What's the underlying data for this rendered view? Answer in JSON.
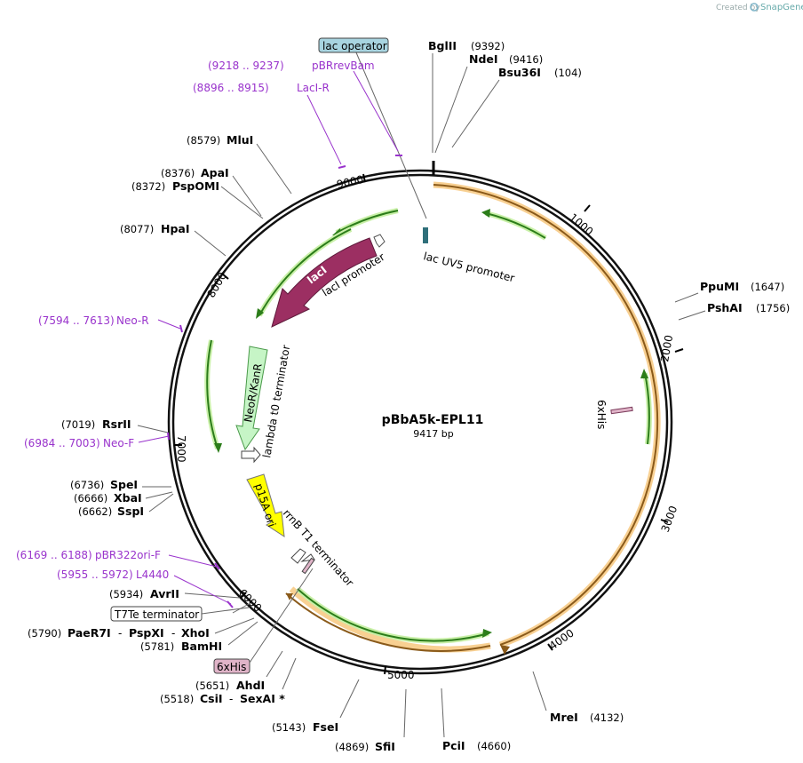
{
  "credit": {
    "prefix": "Created by",
    "brand": "SnapGene"
  },
  "plasmid": {
    "name": "pBbA5k-EPL11",
    "size_label": "9417 bp",
    "length": 9417
  },
  "ticks": [
    "1000",
    "2000",
    "3000",
    "4000",
    "5000",
    "6000",
    "7000",
    "8000",
    "9000"
  ],
  "sites": [
    {
      "name": "BglII",
      "pos": "(9392)"
    },
    {
      "name": "NdeI",
      "pos": "(9416)"
    },
    {
      "name": "Bsu36I",
      "pos": "(104)"
    },
    {
      "name": "PpuMI",
      "pos": "(1647)"
    },
    {
      "name": "PshAI",
      "pos": "(1756)"
    },
    {
      "name": "MreI",
      "pos": "(4132)"
    },
    {
      "name": "PciI",
      "pos": "(4660)"
    },
    {
      "name": "SfiI",
      "pos": "(4869)"
    },
    {
      "name": "FseI",
      "pos": "(5143)"
    },
    {
      "name": "CsiI",
      "pos": "(5518)"
    },
    {
      "name": "SexAI *",
      "pos": ""
    },
    {
      "name": "AhdI",
      "pos": "(5651)"
    },
    {
      "name": "BamHI",
      "pos": "(5781)"
    },
    {
      "name": "PaeR7I",
      "pos": "(5790)"
    },
    {
      "name": "PspXI",
      "pos": ""
    },
    {
      "name": "XhoI",
      "pos": ""
    },
    {
      "name": "AvrII",
      "pos": "(5934)"
    },
    {
      "name": "SspI",
      "pos": "(6662)"
    },
    {
      "name": "XbaI",
      "pos": "(6666)"
    },
    {
      "name": "SpeI",
      "pos": "(6736)"
    },
    {
      "name": "RsrII",
      "pos": "(7019)"
    },
    {
      "name": "HpaI",
      "pos": "(8077)"
    },
    {
      "name": "PspOMI",
      "pos": "(8372)"
    },
    {
      "name": "ApaI",
      "pos": "(8376)"
    },
    {
      "name": "MluI",
      "pos": "(8579)"
    }
  ],
  "primers": [
    {
      "range": "(9218 .. 9237)",
      "name": "pBRrevBam"
    },
    {
      "range": "(8896 .. 8915)",
      "name": "LacI-R"
    },
    {
      "range": "(7594 .. 7613)",
      "name": "Neo-R"
    },
    {
      "range": "(6984 .. 7003)",
      "name": "Neo-F"
    },
    {
      "range": "(6169 .. 6188)",
      "name": "pBR322ori-F"
    },
    {
      "range": "(5955 .. 5972)",
      "name": "L4440"
    }
  ],
  "boxed_features": [
    {
      "name": "lac operator",
      "color": "#a8d4e0"
    },
    {
      "name": "T7Te terminator",
      "color": "#ffffff"
    },
    {
      "name": "6xHis",
      "color": "#e0b4c8"
    }
  ],
  "features": {
    "lacI": "lacI",
    "lacI_promoter": "lacI promoter",
    "lac_uv5": "lac UV5 promoter",
    "neo": "NeoR/KanR",
    "lambda": "lambda t0 terminator",
    "p15a": "p15A ori",
    "rrnb": "rrnB T1 terminator",
    "his_inner": "6xHis"
  },
  "colors": {
    "lacI": "#9c2f62",
    "neo": "#c6f5c6",
    "p15a": "#ffff00",
    "orange": "#f0b040",
    "green": "#9be86a",
    "primer": "#9933cc"
  }
}
